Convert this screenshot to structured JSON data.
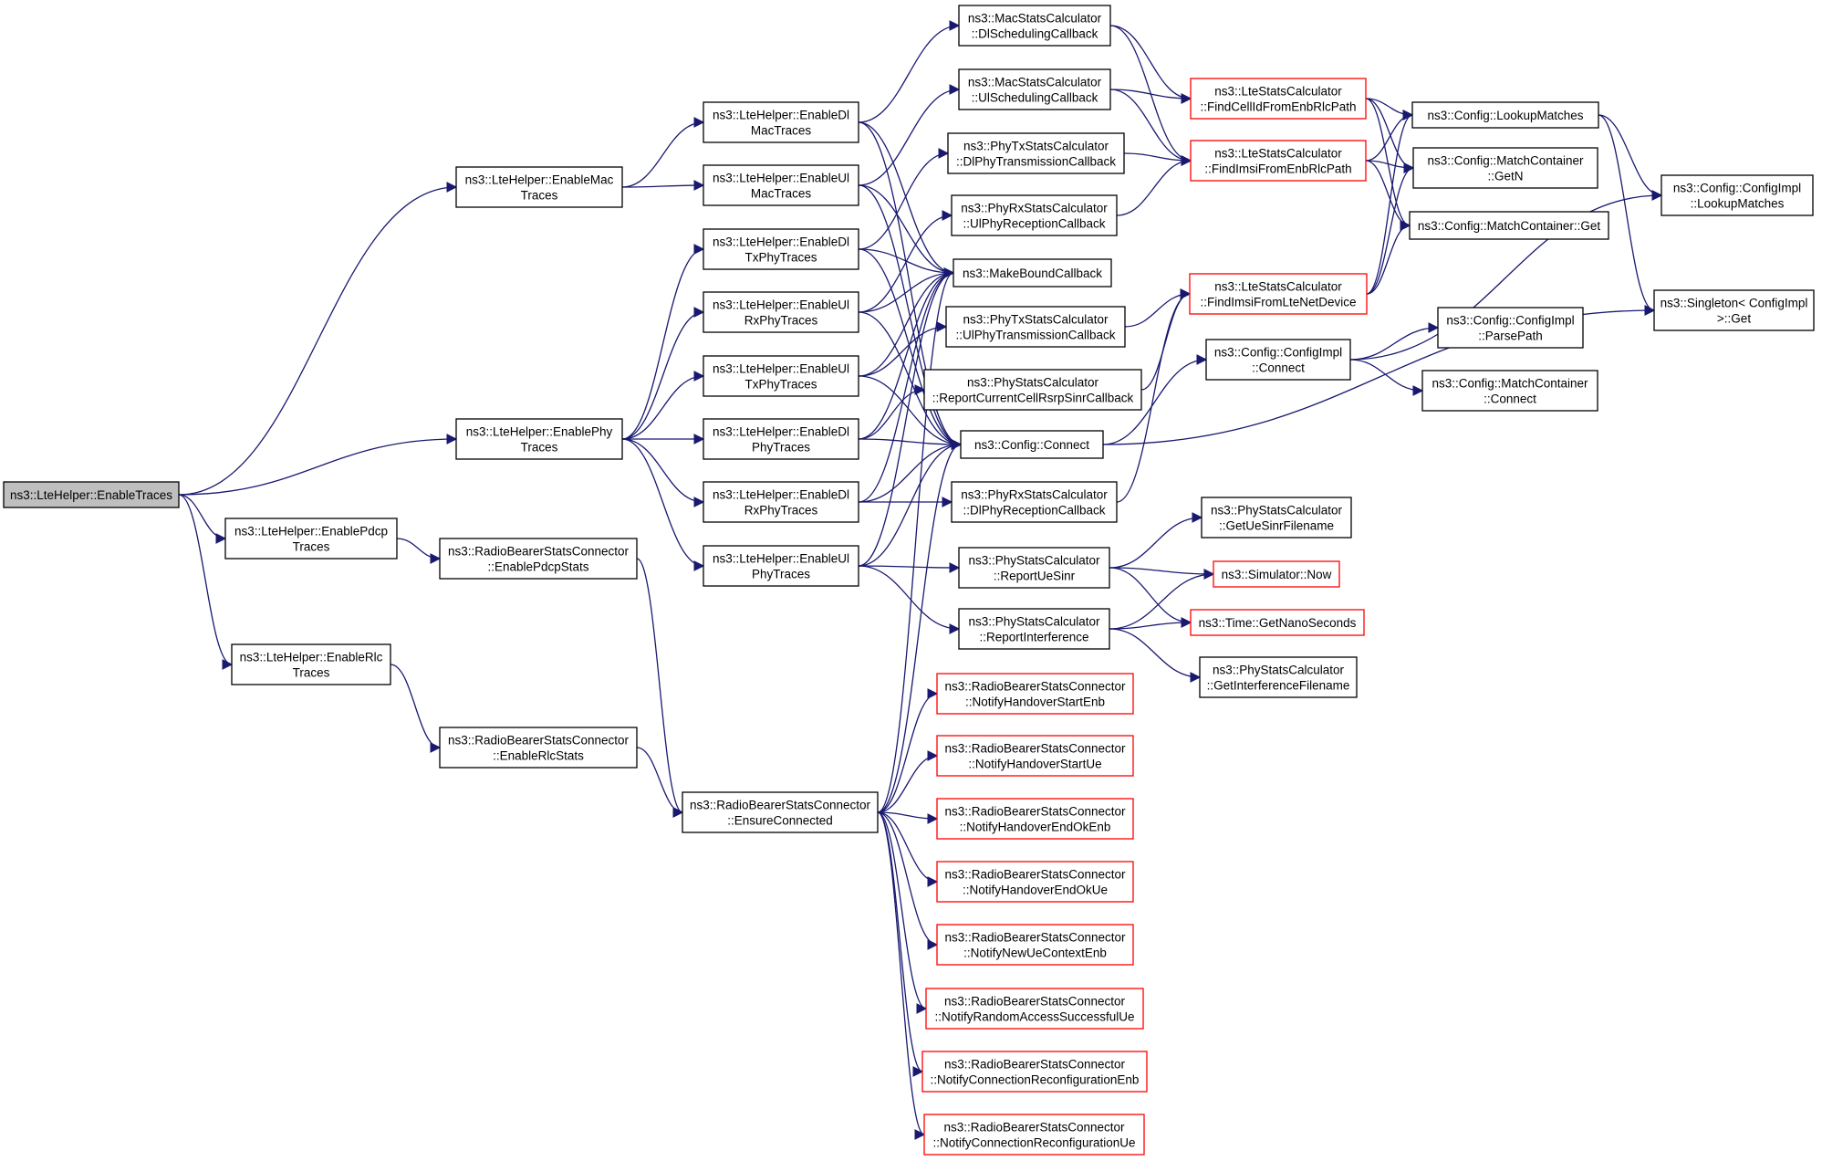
{
  "colors": {
    "edge": "#191970",
    "root_fill": "#bfbfbf",
    "red_border": "#ff0000",
    "border": "#000000",
    "background": "#ffffff"
  },
  "nodes": [
    {
      "id": "root",
      "lines": [
        "ns3::LteHelper::EnableTraces"
      ],
      "style": "root"
    },
    {
      "id": "enMac",
      "lines": [
        "ns3::LteHelper::EnableMac",
        "Traces"
      ]
    },
    {
      "id": "enPhy",
      "lines": [
        "ns3::LteHelper::EnablePhy",
        "Traces"
      ]
    },
    {
      "id": "enPdcp",
      "lines": [
        "ns3::LteHelper::EnablePdcp",
        "Traces"
      ]
    },
    {
      "id": "enRlc",
      "lines": [
        "ns3::LteHelper::EnableRlc",
        "Traces"
      ]
    },
    {
      "id": "rbPdcp",
      "lines": [
        "ns3::RadioBearerStatsConnector",
        "::EnablePdcpStats"
      ]
    },
    {
      "id": "rbRlc",
      "lines": [
        "ns3::RadioBearerStatsConnector",
        "::EnableRlcStats"
      ]
    },
    {
      "id": "ensure",
      "lines": [
        "ns3::RadioBearerStatsConnector",
        "::EnsureConnected"
      ]
    },
    {
      "id": "dlMac",
      "lines": [
        "ns3::LteHelper::EnableDl",
        "MacTraces"
      ]
    },
    {
      "id": "ulMac",
      "lines": [
        "ns3::LteHelper::EnableUl",
        "MacTraces"
      ]
    },
    {
      "id": "dlTx",
      "lines": [
        "ns3::LteHelper::EnableDl",
        "TxPhyTraces"
      ]
    },
    {
      "id": "ulRx",
      "lines": [
        "ns3::LteHelper::EnableUl",
        "RxPhyTraces"
      ]
    },
    {
      "id": "ulTx",
      "lines": [
        "ns3::LteHelper::EnableUl",
        "TxPhyTraces"
      ]
    },
    {
      "id": "dlPhy",
      "lines": [
        "ns3::LteHelper::EnableDl",
        "PhyTraces"
      ]
    },
    {
      "id": "dlRx",
      "lines": [
        "ns3::LteHelper::EnableDl",
        "RxPhyTraces"
      ]
    },
    {
      "id": "ulPhy",
      "lines": [
        "ns3::LteHelper::EnableUl",
        "PhyTraces"
      ]
    },
    {
      "id": "macDl",
      "lines": [
        "ns3::MacStatsCalculator",
        "::DlSchedulingCallback"
      ]
    },
    {
      "id": "macUl",
      "lines": [
        "ns3::MacStatsCalculator",
        "::UlSchedulingCallback"
      ]
    },
    {
      "id": "phyTxDl",
      "lines": [
        "ns3::PhyTxStatsCalculator",
        "::DlPhyTransmissionCallback"
      ]
    },
    {
      "id": "phyRxUl",
      "lines": [
        "ns3::PhyRxStatsCalculator",
        "::UlPhyReceptionCallback"
      ]
    },
    {
      "id": "mbc",
      "lines": [
        "ns3::MakeBoundCallback"
      ]
    },
    {
      "id": "phyTxUl",
      "lines": [
        "ns3::PhyTxStatsCalculator",
        "::UlPhyTransmissionCallback"
      ]
    },
    {
      "id": "repRsrp",
      "lines": [
        "ns3::PhyStatsCalculator",
        "::ReportCurrentCellRsrpSinrCallback"
      ]
    },
    {
      "id": "cfgConnect",
      "lines": [
        "ns3::Config::Connect"
      ]
    },
    {
      "id": "phyRxDl",
      "lines": [
        "ns3::PhyRxStatsCalculator",
        "::DlPhyReceptionCallback"
      ]
    },
    {
      "id": "repSinr",
      "lines": [
        "ns3::PhyStatsCalculator",
        "::ReportUeSinr"
      ]
    },
    {
      "id": "repInt",
      "lines": [
        "ns3::PhyStatsCalculator",
        "::ReportInterference"
      ]
    },
    {
      "id": "hoStartEnb",
      "lines": [
        "ns3::RadioBearerStatsConnector",
        "::NotifyHandoverStartEnb"
      ],
      "style": "red"
    },
    {
      "id": "hoStartUe",
      "lines": [
        "ns3::RadioBearerStatsConnector",
        "::NotifyHandoverStartUe"
      ],
      "style": "red"
    },
    {
      "id": "hoEndEnb",
      "lines": [
        "ns3::RadioBearerStatsConnector",
        "::NotifyHandoverEndOkEnb"
      ],
      "style": "red"
    },
    {
      "id": "hoEndUe",
      "lines": [
        "ns3::RadioBearerStatsConnector",
        "::NotifyHandoverEndOkUe"
      ],
      "style": "red"
    },
    {
      "id": "newUe",
      "lines": [
        "ns3::RadioBearerStatsConnector",
        "::NotifyNewUeContextEnb"
      ],
      "style": "red"
    },
    {
      "id": "randAcc",
      "lines": [
        "ns3::RadioBearerStatsConnector",
        "::NotifyRandomAccessSuccessfulUe"
      ],
      "style": "red"
    },
    {
      "id": "reconfEnb",
      "lines": [
        "ns3::RadioBearerStatsConnector",
        "::NotifyConnectionReconfigurationEnb"
      ],
      "style": "red"
    },
    {
      "id": "reconfUe",
      "lines": [
        "ns3::RadioBearerStatsConnector",
        "::NotifyConnectionReconfigurationUe"
      ],
      "style": "red"
    },
    {
      "id": "findCell",
      "lines": [
        "ns3::LteStatsCalculator",
        "::FindCellIdFromEnbRlcPath"
      ],
      "style": "red"
    },
    {
      "id": "findImsiEnb",
      "lines": [
        "ns3::LteStatsCalculator",
        "::FindImsiFromEnbRlcPath"
      ],
      "style": "red"
    },
    {
      "id": "findImsiLte",
      "lines": [
        "ns3::LteStatsCalculator",
        "::FindImsiFromLteNetDevice"
      ],
      "style": "red"
    },
    {
      "id": "cfgImplConnect",
      "lines": [
        "ns3::Config::ConfigImpl",
        "::Connect"
      ]
    },
    {
      "id": "ueSinrFile",
      "lines": [
        "ns3::PhyStatsCalculator",
        "::GetUeSinrFilename"
      ]
    },
    {
      "id": "simNow",
      "lines": [
        "ns3::Simulator::Now"
      ],
      "style": "red"
    },
    {
      "id": "getNano",
      "lines": [
        "ns3::Time::GetNanoSeconds"
      ],
      "style": "red"
    },
    {
      "id": "intFile",
      "lines": [
        "ns3::PhyStatsCalculator",
        "::GetInterferenceFilename"
      ]
    },
    {
      "id": "lookup",
      "lines": [
        "ns3::Config::LookupMatches"
      ]
    },
    {
      "id": "mcGetN",
      "lines": [
        "ns3::Config::MatchContainer",
        "::GetN"
      ]
    },
    {
      "id": "mcGet",
      "lines": [
        "ns3::Config::MatchContainer::Get"
      ]
    },
    {
      "id": "parsePath",
      "lines": [
        "ns3::Config::ConfigImpl",
        "::ParsePath"
      ]
    },
    {
      "id": "mcConnect",
      "lines": [
        "ns3::Config::MatchContainer",
        "::Connect"
      ]
    },
    {
      "id": "implLookup",
      "lines": [
        "ns3::Config::ConfigImpl",
        "::LookupMatches"
      ]
    },
    {
      "id": "singleton",
      "lines": [
        "ns3::Singleton< ConfigImpl",
        ">::Get"
      ]
    }
  ],
  "edges": [
    [
      "root",
      "enMac"
    ],
    [
      "root",
      "enPhy"
    ],
    [
      "root",
      "enPdcp"
    ],
    [
      "root",
      "enRlc"
    ],
    [
      "enMac",
      "dlMac"
    ],
    [
      "enMac",
      "ulMac"
    ],
    [
      "enPhy",
      "dlTx"
    ],
    [
      "enPhy",
      "ulRx"
    ],
    [
      "enPhy",
      "ulTx"
    ],
    [
      "enPhy",
      "dlPhy"
    ],
    [
      "enPhy",
      "dlRx"
    ],
    [
      "enPhy",
      "ulPhy"
    ],
    [
      "enPdcp",
      "rbPdcp"
    ],
    [
      "enRlc",
      "rbRlc"
    ],
    [
      "rbPdcp",
      "ensure"
    ],
    [
      "rbRlc",
      "ensure"
    ],
    [
      "dlMac",
      "macDl"
    ],
    [
      "dlMac",
      "mbc"
    ],
    [
      "dlMac",
      "cfgConnect"
    ],
    [
      "ulMac",
      "macUl"
    ],
    [
      "ulMac",
      "mbc"
    ],
    [
      "ulMac",
      "cfgConnect"
    ],
    [
      "dlTx",
      "phyTxDl"
    ],
    [
      "dlTx",
      "mbc"
    ],
    [
      "dlTx",
      "cfgConnect"
    ],
    [
      "ulRx",
      "phyRxUl"
    ],
    [
      "ulRx",
      "mbc"
    ],
    [
      "ulRx",
      "cfgConnect"
    ],
    [
      "ulTx",
      "phyTxUl"
    ],
    [
      "ulTx",
      "mbc"
    ],
    [
      "ulTx",
      "cfgConnect"
    ],
    [
      "dlPhy",
      "repRsrp"
    ],
    [
      "dlPhy",
      "mbc"
    ],
    [
      "dlPhy",
      "cfgConnect"
    ],
    [
      "dlRx",
      "phyRxDl"
    ],
    [
      "dlRx",
      "mbc"
    ],
    [
      "dlRx",
      "cfgConnect"
    ],
    [
      "ulPhy",
      "repSinr"
    ],
    [
      "ulPhy",
      "repInt"
    ],
    [
      "ulPhy",
      "mbc"
    ],
    [
      "ulPhy",
      "cfgConnect"
    ],
    [
      "ensure",
      "hoStartEnb"
    ],
    [
      "ensure",
      "hoStartUe"
    ],
    [
      "ensure",
      "hoEndEnb"
    ],
    [
      "ensure",
      "hoEndUe"
    ],
    [
      "ensure",
      "newUe"
    ],
    [
      "ensure",
      "randAcc"
    ],
    [
      "ensure",
      "reconfEnb"
    ],
    [
      "ensure",
      "reconfUe"
    ],
    [
      "ensure",
      "mbc"
    ],
    [
      "ensure",
      "cfgConnect"
    ],
    [
      "macDl",
      "findCell"
    ],
    [
      "macDl",
      "findImsiEnb"
    ],
    [
      "macUl",
      "findCell"
    ],
    [
      "macUl",
      "findImsiEnb"
    ],
    [
      "phyTxDl",
      "findImsiEnb"
    ],
    [
      "phyRxUl",
      "findImsiEnb"
    ],
    [
      "phyTxUl",
      "findImsiLte"
    ],
    [
      "repRsrp",
      "findImsiLte"
    ],
    [
      "phyRxDl",
      "findImsiLte"
    ],
    [
      "cfgConnect",
      "cfgImplConnect"
    ],
    [
      "cfgConnect",
      "singleton"
    ],
    [
      "repSinr",
      "ueSinrFile"
    ],
    [
      "repSinr",
      "simNow"
    ],
    [
      "repSinr",
      "getNano"
    ],
    [
      "repInt",
      "simNow"
    ],
    [
      "repInt",
      "getNano"
    ],
    [
      "repInt",
      "intFile"
    ],
    [
      "findCell",
      "lookup"
    ],
    [
      "findCell",
      "mcGetN"
    ],
    [
      "findCell",
      "mcGet"
    ],
    [
      "findImsiEnb",
      "lookup"
    ],
    [
      "findImsiEnb",
      "mcGetN"
    ],
    [
      "findImsiEnb",
      "mcGet"
    ],
    [
      "findImsiLte",
      "lookup"
    ],
    [
      "findImsiLte",
      "mcGetN"
    ],
    [
      "findImsiLte",
      "mcGet"
    ],
    [
      "cfgImplConnect",
      "implLookup"
    ],
    [
      "cfgImplConnect",
      "parsePath"
    ],
    [
      "cfgImplConnect",
      "mcConnect"
    ],
    [
      "lookup",
      "implLookup"
    ],
    [
      "lookup",
      "singleton"
    ]
  ]
}
